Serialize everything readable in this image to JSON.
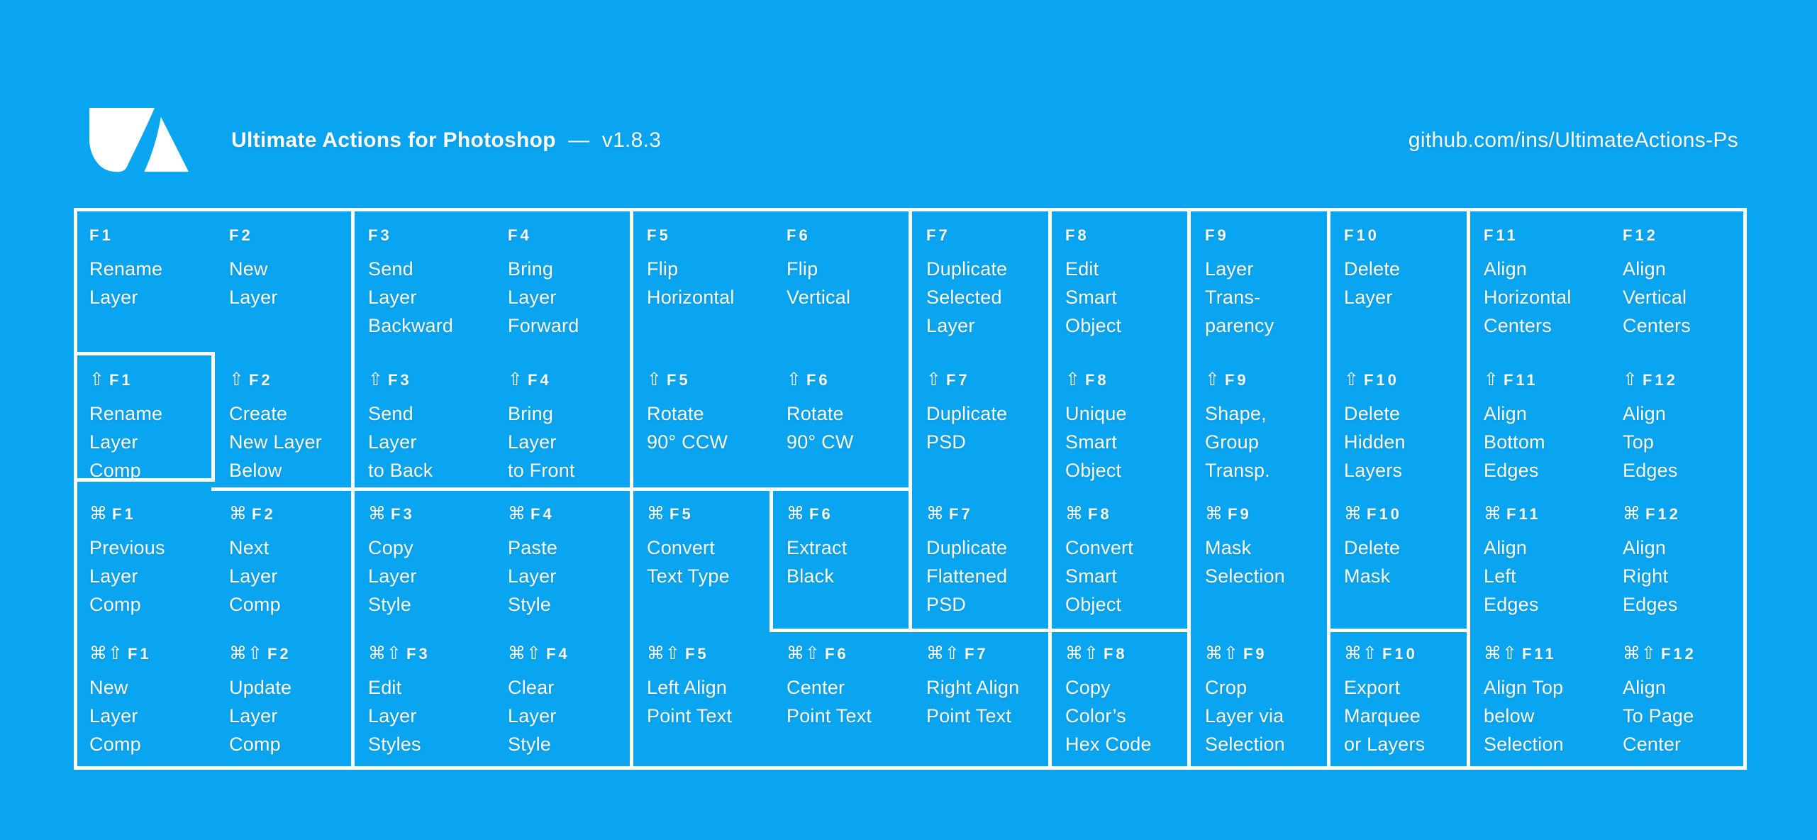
{
  "colors": {
    "background": "#0AA5F0",
    "foreground": "#FFFFFF"
  },
  "header": {
    "logo_name": "ultimate-actions-logo",
    "title": "Ultimate Actions for Photoshop",
    "separator": "—",
    "version": "v1.8.3",
    "link": "github.com/ins/UltimateActions-Ps"
  },
  "modifier_glyphs": {
    "shift": "⇧",
    "cmd": "⌘"
  },
  "rows": [
    {
      "mod": "",
      "mod_name": "",
      "cells": [
        {
          "key": "F1",
          "lines": [
            "Rename",
            "Layer"
          ]
        },
        {
          "key": "F2",
          "lines": [
            "New",
            "Layer"
          ]
        },
        {
          "key": "F3",
          "lines": [
            "Send",
            "Layer",
            "Backward"
          ]
        },
        {
          "key": "F4",
          "lines": [
            "Bring",
            "Layer",
            "Forward"
          ]
        },
        {
          "key": "F5",
          "lines": [
            "Flip",
            "Horizontal"
          ]
        },
        {
          "key": "F6",
          "lines": [
            "Flip",
            "Vertical"
          ]
        },
        {
          "key": "F7",
          "lines": [
            "Duplicate",
            "Selected",
            "Layer"
          ]
        },
        {
          "key": "F8",
          "lines": [
            "Edit",
            "Smart",
            "Object"
          ]
        },
        {
          "key": "F9",
          "lines": [
            "Layer",
            "Trans-",
            "parency"
          ]
        },
        {
          "key": "F10",
          "lines": [
            "Delete",
            "Layer"
          ]
        },
        {
          "key": "F11",
          "lines": [
            "Align",
            "Horizontal",
            "Centers"
          ]
        },
        {
          "key": "F12",
          "lines": [
            "Align",
            "Vertical",
            "Centers"
          ]
        }
      ]
    },
    {
      "mod": "⇧",
      "mod_name": "shift-",
      "cells": [
        {
          "key": "F1",
          "lines": [
            "Rename",
            "Layer",
            "Comp"
          ]
        },
        {
          "key": "F2",
          "lines": [
            "Create",
            "New Layer",
            "Below"
          ]
        },
        {
          "key": "F3",
          "lines": [
            "Send",
            "Layer",
            "to Back"
          ]
        },
        {
          "key": "F4",
          "lines": [
            "Bring",
            "Layer",
            "to Front"
          ]
        },
        {
          "key": "F5",
          "lines": [
            "Rotate",
            "90° CCW"
          ]
        },
        {
          "key": "F6",
          "lines": [
            "Rotate",
            "90° CW"
          ]
        },
        {
          "key": "F7",
          "lines": [
            "Duplicate",
            "PSD"
          ]
        },
        {
          "key": "F8",
          "lines": [
            "Unique",
            "Smart",
            "Object"
          ]
        },
        {
          "key": "F9",
          "lines": [
            "Shape,",
            "Group",
            "Transp."
          ]
        },
        {
          "key": "F10",
          "lines": [
            "Delete",
            "Hidden",
            "Layers"
          ]
        },
        {
          "key": "F11",
          "lines": [
            "Align",
            "Bottom",
            "Edges"
          ]
        },
        {
          "key": "F12",
          "lines": [
            "Align",
            "Top",
            "Edges"
          ]
        }
      ]
    },
    {
      "mod": "⌘",
      "mod_name": "cmd-",
      "cells": [
        {
          "key": "F1",
          "lines": [
            "Previous",
            "Layer",
            "Comp"
          ]
        },
        {
          "key": "F2",
          "lines": [
            "Next",
            "Layer",
            "Comp"
          ]
        },
        {
          "key": "F3",
          "lines": [
            "Copy",
            "Layer",
            "Style"
          ]
        },
        {
          "key": "F4",
          "lines": [
            "Paste",
            "Layer",
            "Style"
          ]
        },
        {
          "key": "F5",
          "lines": [
            "Convert",
            "Text Type"
          ]
        },
        {
          "key": "F6",
          "lines": [
            "Extract",
            "Black"
          ]
        },
        {
          "key": "F7",
          "lines": [
            "Duplicate",
            "Flattened",
            "PSD"
          ]
        },
        {
          "key": "F8",
          "lines": [
            "Convert",
            "Smart",
            "Object"
          ]
        },
        {
          "key": "F9",
          "lines": [
            "Mask",
            "Selection"
          ]
        },
        {
          "key": "F10",
          "lines": [
            "Delete",
            "Mask"
          ]
        },
        {
          "key": "F11",
          "lines": [
            "Align",
            "Left",
            "Edges"
          ]
        },
        {
          "key": "F12",
          "lines": [
            "Align",
            "Right",
            "Edges"
          ]
        }
      ]
    },
    {
      "mod": "⌘⇧",
      "mod_name": "cmd-shift-",
      "cells": [
        {
          "key": "F1",
          "lines": [
            "New",
            "Layer",
            "Comp"
          ]
        },
        {
          "key": "F2",
          "lines": [
            "Update",
            "Layer",
            "Comp"
          ]
        },
        {
          "key": "F3",
          "lines": [
            "Edit",
            "Layer",
            "Styles"
          ]
        },
        {
          "key": "F4",
          "lines": [
            "Clear",
            "Layer",
            "Style"
          ]
        },
        {
          "key": "F5",
          "lines": [
            "Left Align",
            "Point Text"
          ]
        },
        {
          "key": "F6",
          "lines": [
            "Center",
            "Point Text"
          ]
        },
        {
          "key": "F7",
          "lines": [
            "Right Align",
            "Point Text"
          ]
        },
        {
          "key": "F8",
          "lines": [
            "Copy",
            "Color’s",
            "Hex Code"
          ]
        },
        {
          "key": "F9",
          "lines": [
            "Crop",
            "Layer via",
            "Selection"
          ]
        },
        {
          "key": "F10",
          "lines": [
            "Export",
            "Marquee",
            "or Layers"
          ]
        },
        {
          "key": "F11",
          "lines": [
            "Align Top",
            "below",
            "Selection"
          ]
        },
        {
          "key": "F12",
          "lines": [
            "Align",
            "To Page",
            "Center"
          ]
        }
      ]
    }
  ]
}
